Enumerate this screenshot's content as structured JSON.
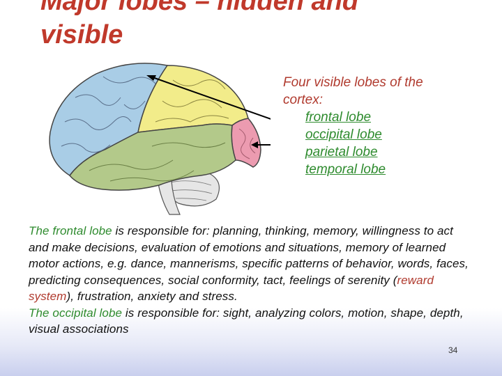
{
  "title": {
    "line1": "Major lobes – hidden and",
    "line2": "visible"
  },
  "caption": {
    "heading_line1": "Four visible lobes of the",
    "heading_line2": "cortex:",
    "lobes": [
      "frontal lobe",
      "occipital lobe",
      "parietal lobe",
      "temporal lobe"
    ]
  },
  "body": {
    "p1_lead": "The frontal lobe",
    "p1_text_a": " is responsible for: planning, thinking, memory, willingness to act and make decisions, evaluation of emotions and situations, memory of learned motor actions, e.g. dance, mannerisms, specific patterns of behavior, words, faces, predicting consequences, social conformity, tact, feelings of serenity (",
    "p1_highlight": "reward system",
    "p1_text_b": "), frustration, anxiety and stress.",
    "p2_lead": "The occipital lobe",
    "p2_text": " is responsible for: sight, analyzing colors, motion, shape, depth, visual associations"
  },
  "slide_number": "34",
  "colors": {
    "frontal": "#a9cde6",
    "parietal": "#f2ec8a",
    "temporal": "#b3c98a",
    "occipital": "#ec9bb0",
    "cerebellum": "#e6e6e6",
    "title": "#c0392b",
    "link_green": "#2e8b2e"
  }
}
